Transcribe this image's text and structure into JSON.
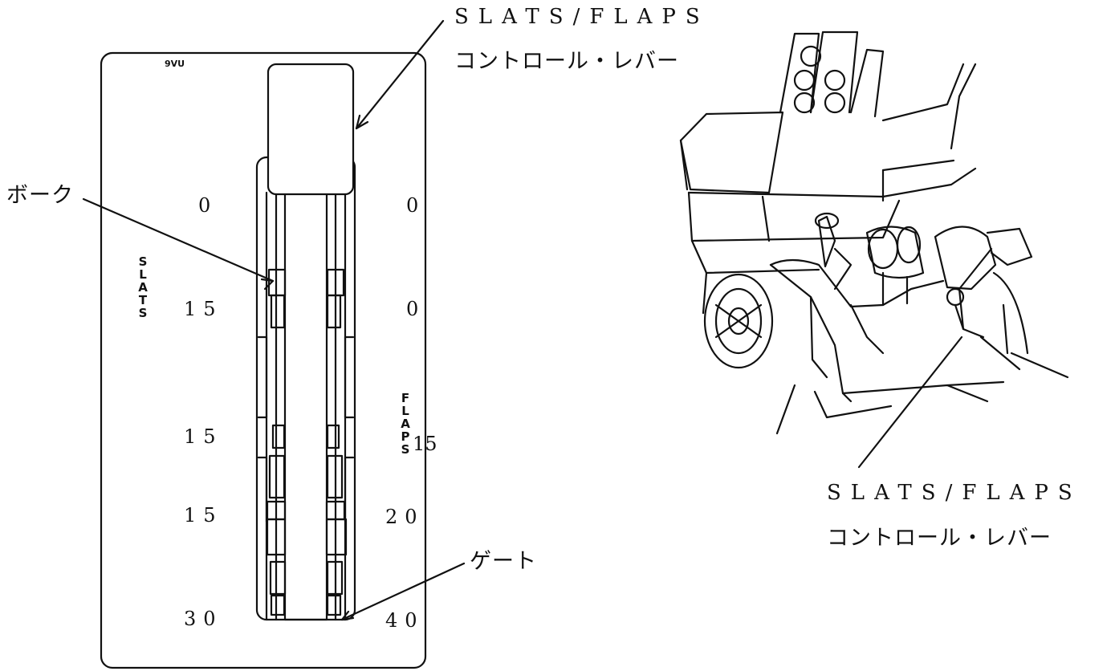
{
  "panel": {
    "tag": "9VU",
    "slats_axis": [
      "S",
      "L",
      "A",
      "T",
      "S"
    ],
    "flaps_axis": [
      "F",
      "L",
      "A",
      "P",
      "S"
    ],
    "slats_values": [
      "0",
      "15",
      "15",
      "15",
      "30"
    ],
    "flaps_values": [
      "0",
      "0",
      "15",
      "20",
      "40"
    ]
  },
  "callouts": {
    "lever_top_en": "SLATS/FLAPS",
    "lever_top_jp": "コントロール・レバー",
    "pawl": "ボーク",
    "gate": "ゲート",
    "lever_cockpit_en": "SLATS/FLAPS",
    "lever_cockpit_jp": "コントロール・レバー"
  },
  "colors": {
    "ink": "#111111",
    "paper": "#ffffff"
  }
}
